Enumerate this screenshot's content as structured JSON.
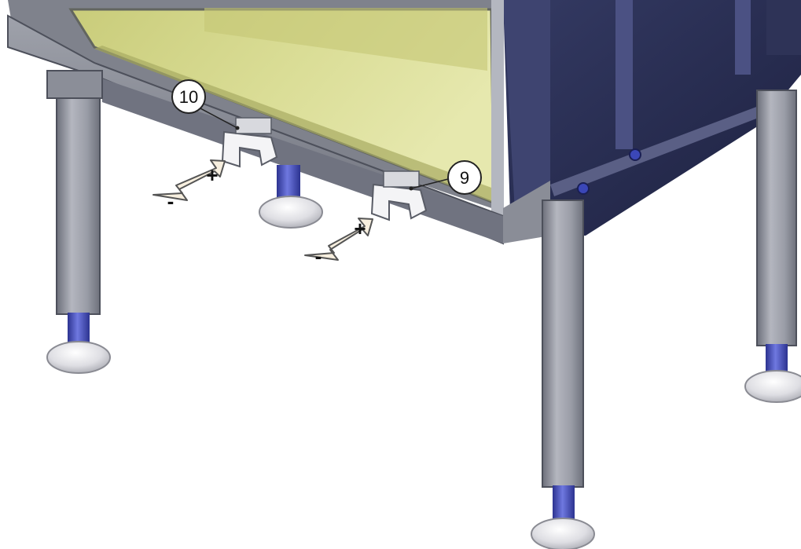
{
  "callouts": [
    {
      "id": "callout-10",
      "label": "10"
    },
    {
      "id": "callout-9",
      "label": "9"
    }
  ],
  "adjusters": [
    {
      "id": "adjuster-left",
      "plus": "+",
      "minus": "-"
    },
    {
      "id": "adjuster-right",
      "plus": "+",
      "minus": "-"
    }
  ],
  "colors": {
    "glass": "#d8dc92",
    "frame": "#8c8f99",
    "frame_dark": "#5c5f6b",
    "cabinet": "#262a4a",
    "leg": "#9c9fa8",
    "foot_thread": "#4a52c8",
    "foot_pad": "#e4e4e8",
    "bracket": "#f2f2f2",
    "arrow_fill": "#f7efdf"
  }
}
